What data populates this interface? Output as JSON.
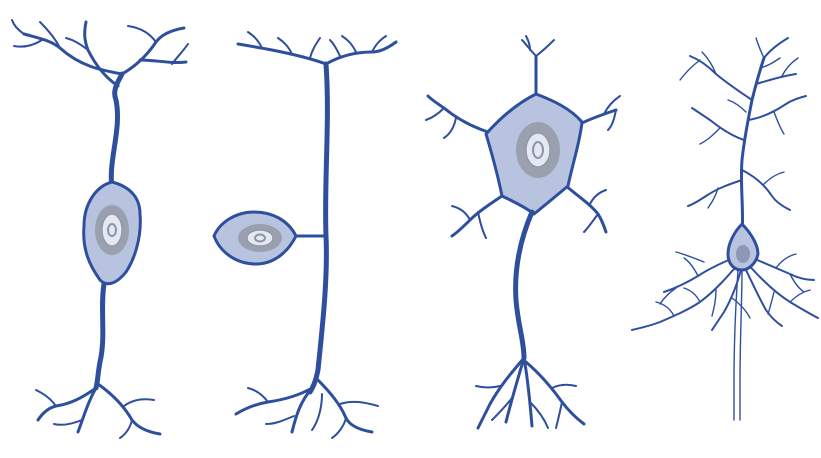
{
  "figure": {
    "description_hidden": "",
    "colors": {
      "stroke": "#2e4f9e",
      "body": "#b8c3e0",
      "ring": "#9aa0ad",
      "ring_dark": "#8b93a6",
      "core": "#e4e8f2",
      "background": "#ffffff"
    },
    "neurons": [
      {
        "id": "bipolar-neuron"
      },
      {
        "id": "unipolar-neuron"
      },
      {
        "id": "multipolar-neuron"
      },
      {
        "id": "pyramidal-neuron"
      }
    ]
  }
}
